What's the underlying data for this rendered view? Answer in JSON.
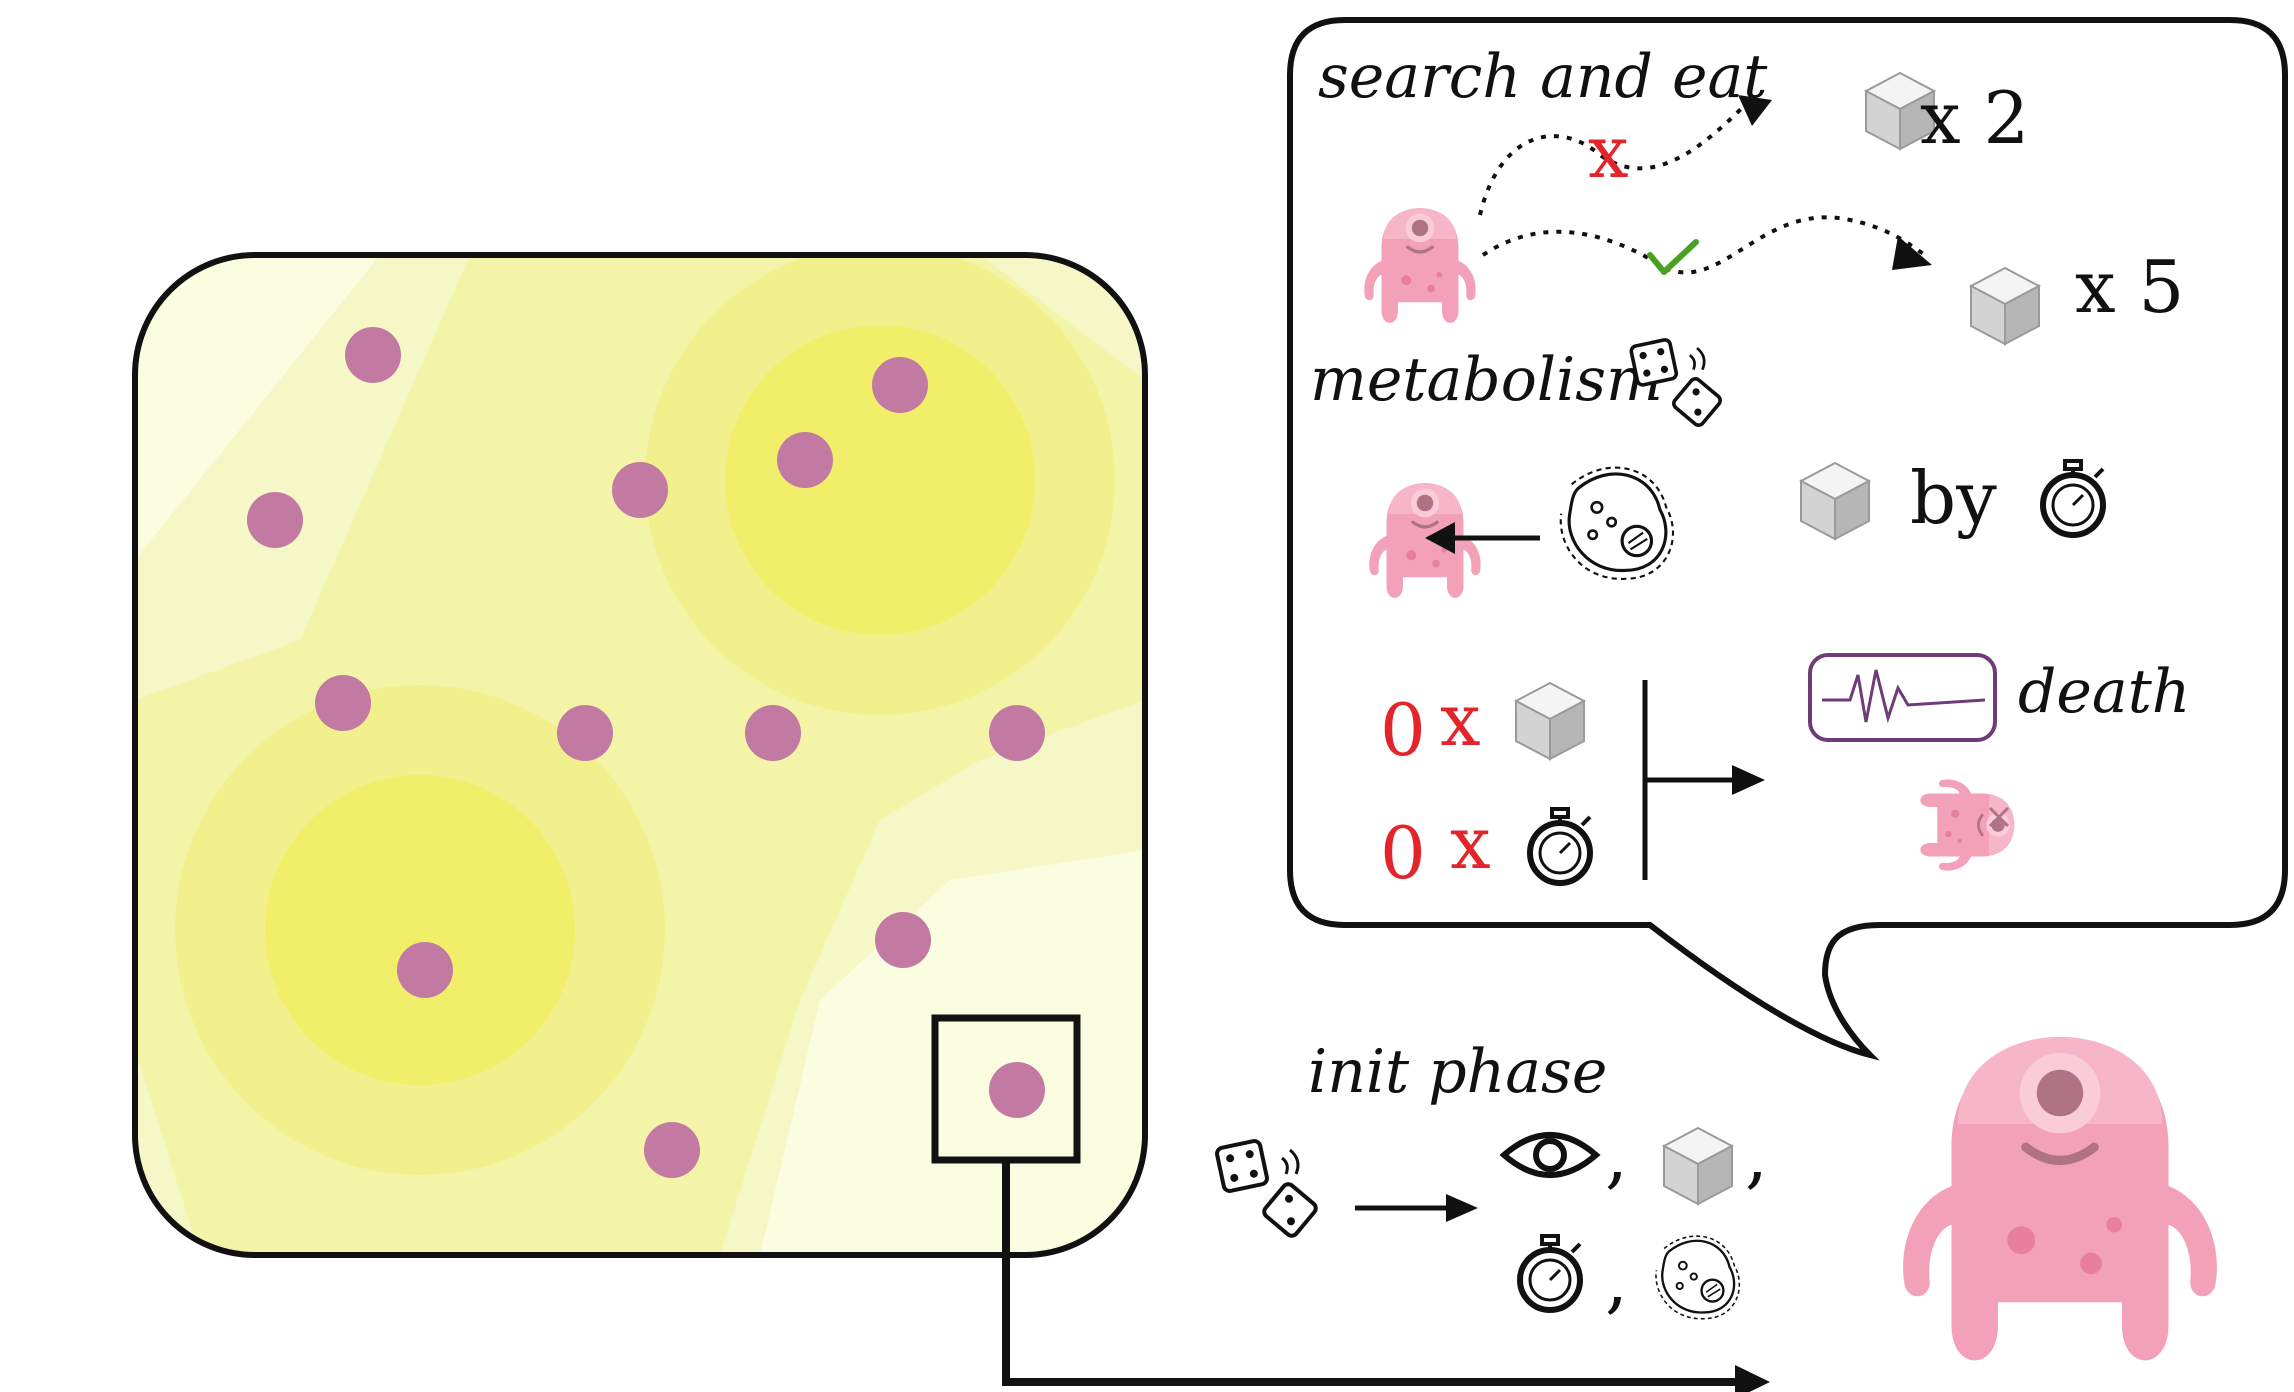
{
  "labels": {
    "search_and_eat": "search and eat",
    "fail_mark": "x",
    "food_count_a": "x 2",
    "food_count_b": "x 5",
    "metabolism": "metabolism",
    "by": "by",
    "zero_food_count": "0",
    "zero_timer_count": "0",
    "times_a": "x",
    "times_b": "x",
    "death": "death",
    "init_phase": "init phase",
    "comma_1": ",",
    "comma_2": ",",
    "comma_3": ","
  },
  "colors": {
    "agent_pink": "#f3a0b9",
    "agent_dark": "#e87fa1",
    "agent_eye": "#b07383",
    "dot_purple": "#c27aa3",
    "field_yellow": "#f2ee5a",
    "field_pale": "#fafde0",
    "fail_red": "#e3242b",
    "success_green": "#4aa020",
    "monitor_purple": "#6e3c76"
  },
  "icons": [
    "food-cube-icon",
    "stopwatch-icon",
    "dice-icon",
    "cell-icon",
    "eye-icon",
    "heart-monitor-icon",
    "checkmark-icon"
  ]
}
